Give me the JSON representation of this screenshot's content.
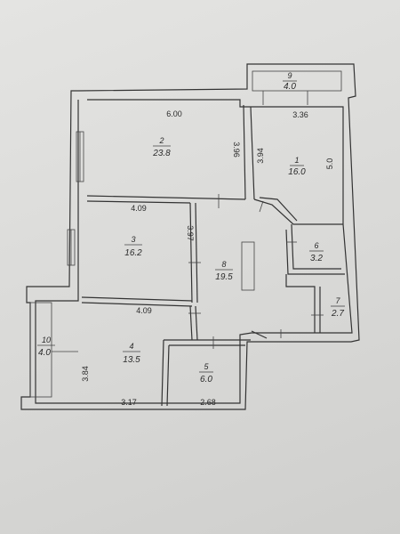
{
  "plan": {
    "rooms": [
      {
        "id": "r1",
        "number": "1",
        "area": "16.0"
      },
      {
        "id": "r2",
        "number": "2",
        "area": "23.8"
      },
      {
        "id": "r3",
        "number": "3",
        "area": "16.2"
      },
      {
        "id": "r4",
        "number": "4",
        "area": "13.5"
      },
      {
        "id": "r5",
        "number": "5",
        "area": "6.0"
      },
      {
        "id": "r6",
        "number": "6",
        "area": "3.2"
      },
      {
        "id": "r7",
        "number": "7",
        "area": "2.7"
      },
      {
        "id": "r8",
        "number": "8",
        "area": "19.5"
      },
      {
        "id": "r9",
        "number": "9",
        "area": "4.0"
      },
      {
        "id": "r10",
        "number": "10",
        "area": "4.0"
      }
    ],
    "dimensions": {
      "room2_width": "6.00",
      "room2_height": "3.96",
      "room1_width": "3.36",
      "room1_height_left": "3.94",
      "room1_height_right": "5.0",
      "room3_width": "4.09",
      "room3_height": "3.97",
      "room4_width": "4.09",
      "room4_height": "3.84",
      "room4_bottom": "3.17",
      "room5_bottom": "2.68"
    }
  }
}
